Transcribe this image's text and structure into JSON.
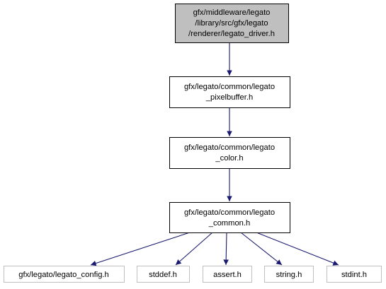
{
  "nodes": {
    "root": {
      "lines": [
        "gfx/middleware/legato",
        "/library/src/gfx/legato",
        "/renderer/legato_driver.h"
      ]
    },
    "pixelbuffer": {
      "lines": [
        "gfx/legato/common/legato",
        "_pixelbuffer.h"
      ]
    },
    "color": {
      "lines": [
        "gfx/legato/common/legato",
        "_color.h"
      ]
    },
    "common": {
      "lines": [
        "gfx/legato/common/legato",
        "_common.h"
      ]
    },
    "config": {
      "lines": [
        "gfx/legato/legato_config.h"
      ]
    },
    "stddef": {
      "lines": [
        "stddef.h"
      ]
    },
    "assert": {
      "lines": [
        "assert.h"
      ]
    },
    "string": {
      "lines": [
        "string.h"
      ]
    },
    "stdint": {
      "lines": [
        "stdint.h"
      ]
    }
  },
  "colors": {
    "root_fill": "#bfbfbf",
    "node_fill": "#ffffff",
    "node_border": "#000000",
    "leaf_border": "#bfbfbf",
    "edge": "#191970"
  }
}
